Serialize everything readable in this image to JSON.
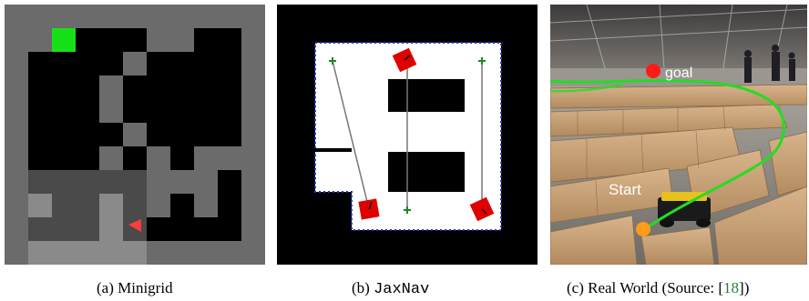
{
  "figure": {
    "panels": [
      {
        "id": "a",
        "caption_prefix": "(a) ",
        "caption_name": "Minigrid",
        "caption_suffix": "",
        "cite_ref": ""
      },
      {
        "id": "b",
        "caption_prefix": "(b) ",
        "caption_name": "JaxNav",
        "caption_suffix": "",
        "cite_ref": ""
      },
      {
        "id": "c",
        "caption_prefix": "(c) ",
        "caption_name": "Real World (Source: [",
        "caption_suffix": "])",
        "cite_ref": "18",
        "labels": {
          "goal": "goal",
          "start": "Start"
        }
      }
    ]
  },
  "colors": {
    "wall": "#6b6b6b",
    "floor": "#000000",
    "goal_tile": "#18e018",
    "agent": "#ff3c3c",
    "jaxnav_free": "#ffffff",
    "jaxnav_robot": "#e00000",
    "jaxnav_goal": "#1a8a1a",
    "path": "#22dd22",
    "goal_marker": "#ff1a1a",
    "start_marker": "#ff9a1a",
    "cite": "#2e7d32"
  }
}
